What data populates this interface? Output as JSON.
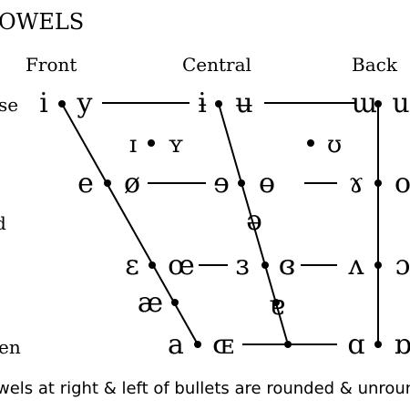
{
  "title": "OWELS",
  "columns": {
    "front": "Front",
    "central": "Central",
    "back": "Back"
  },
  "row_labels": {
    "close": "se",
    "close_mid": "d",
    "open": "en"
  },
  "footnote": "wels at right & left of bullets are rounded & unroun",
  "vowels": {
    "i": "i",
    "y": "y",
    "i_bar": "ɨ",
    "u_bar": "ʉ",
    "turned_m": "ɯ",
    "u": "u",
    "small_i": "ɪ",
    "small_y": "ʏ",
    "upsilon": "ʊ",
    "e": "e",
    "o_slash": "ø",
    "reversed_e": "ɘ",
    "o_bar": "ɵ",
    "rams_horn": "ɤ",
    "o": "o",
    "schwa": "ə",
    "epsilon": "ɛ",
    "oe": "œ",
    "reversed_epsilon": "ɜ",
    "closed_rev_epsilon": "ɞ",
    "turned_v": "ʌ",
    "open_o": "ɔ",
    "ae": "æ",
    "turned_a": "ɐ",
    "a": "a",
    "small_oe": "ɶ",
    "script_a": "ɑ",
    "turned_script_a": "ɒ"
  }
}
